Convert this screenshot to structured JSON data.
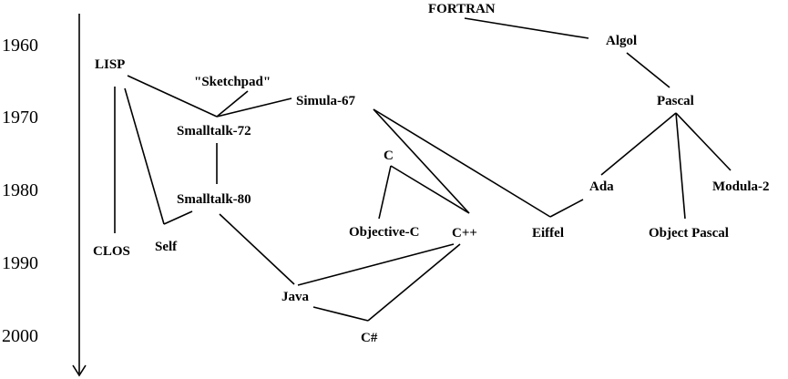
{
  "years": [
    "1960",
    "1970",
    "1980",
    "1990",
    "2000"
  ],
  "languages": {
    "fortran": "FORTRAN",
    "algol": "Algol",
    "lisp": "LISP",
    "sketchpad": "\"Sketchpad\"",
    "simula67": "Simula-67",
    "pascal": "Pascal",
    "smalltalk72": "Smalltalk-72",
    "c": "C",
    "smalltalk80": "Smalltalk-80",
    "ada": "Ada",
    "modula2": "Modula-2",
    "objective_c": "Objective-C",
    "cpp": "C++",
    "eiffel": "Eiffel",
    "object_pascal": "Object Pascal",
    "clos": "CLOS",
    "self": "Self",
    "java": "Java",
    "csharp": "C#"
  },
  "edges": [
    [
      "fortran",
      "algol"
    ],
    [
      "algol",
      "pascal"
    ],
    [
      "pascal",
      "ada"
    ],
    [
      "pascal",
      "object_pascal"
    ],
    [
      "pascal",
      "modula2"
    ],
    [
      "lisp",
      "simula67"
    ],
    [
      "lisp",
      "clos"
    ],
    [
      "lisp",
      "self"
    ],
    [
      "sketchpad",
      "smalltalk72"
    ],
    [
      "simula67",
      "smalltalk72"
    ],
    [
      "simula67",
      "cpp"
    ],
    [
      "simula67",
      "eiffel"
    ],
    [
      "smalltalk72",
      "smalltalk80"
    ],
    [
      "smalltalk80",
      "self"
    ],
    [
      "smalltalk80",
      "java"
    ],
    [
      "c",
      "objective_c"
    ],
    [
      "c",
      "cpp"
    ],
    [
      "ada",
      "eiffel"
    ],
    [
      "cpp",
      "java"
    ],
    [
      "cpp",
      "csharp"
    ],
    [
      "java",
      "csharp"
    ]
  ]
}
